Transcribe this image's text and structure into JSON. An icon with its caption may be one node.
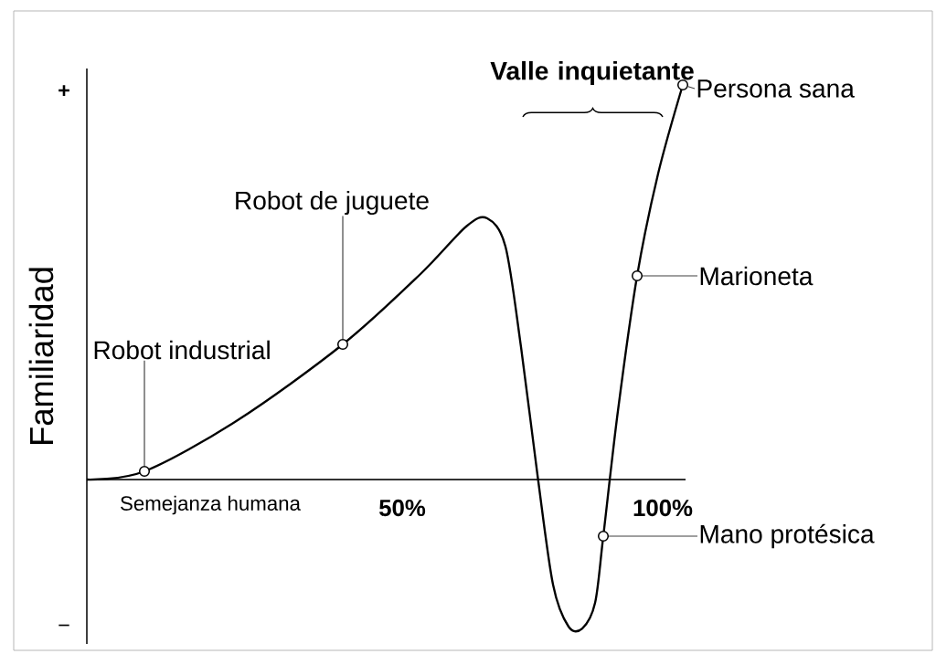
{
  "diagram": {
    "nodes": [
      {
        "text": [
          "Persona sana"
        ]
      },
      {
        "text": [
          "Robot de juguete"
        ]
      },
      {
        "text": [
          "Marioneta"
        ]
      },
      {
        "text": [
          "Robot industrial"
        ]
      },
      {
        "text": [
          "Mano protésica"
        ]
      },
      {
        "text": [],
        "shape": "circle"
      },
      {
        "text": [],
        "shape": "circle"
      },
      {
        "text": [],
        "shape": "circle"
      },
      {
        "text": [],
        "shape": "circle"
      },
      {
        "text": [],
        "shape": "circle"
      }
    ],
    "edges": [
      {
        "from": 0,
        "to": 9,
        "arrow": "none"
      },
      {
        "from": 1,
        "to": 6,
        "arrow": "none"
      },
      {
        "from": 2,
        "to": 8,
        "arrow": "none"
      },
      {
        "from": 3,
        "to": 5,
        "arrow": "none"
      },
      {
        "from": 4,
        "to": 7,
        "arrow": "none"
      }
    ],
    "labels": [
      "Valle inquietante",
      "+",
      "Familiaridad",
      "Semejanza humana",
      "50%",
      "100%",
      "−"
    ]
  }
}
